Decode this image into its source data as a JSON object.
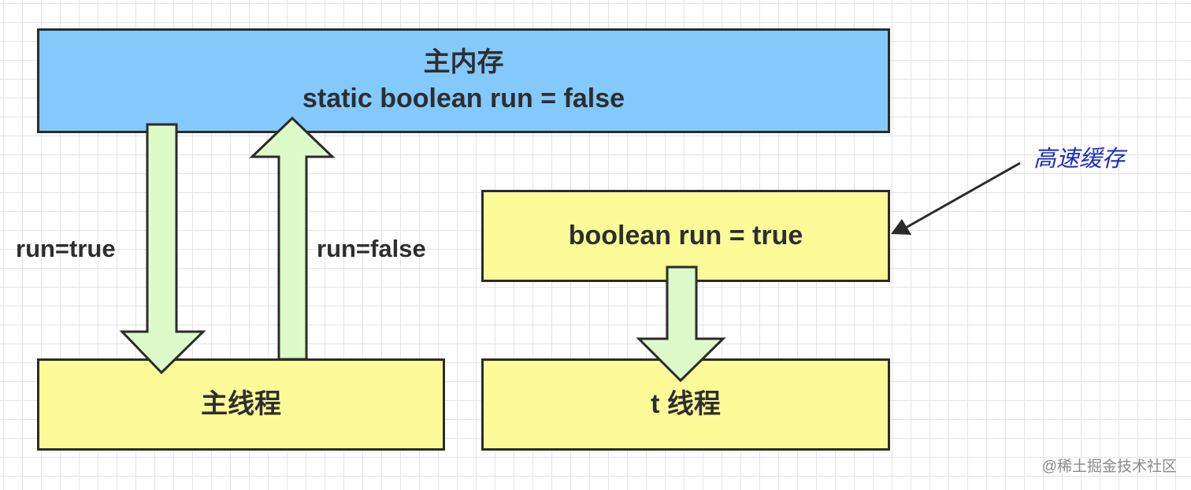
{
  "diagram": {
    "main_memory": {
      "title": "主内存",
      "code": "static boolean run = false"
    },
    "cache": {
      "code": "boolean run = true",
      "annotation": "高速缓存"
    },
    "main_thread": {
      "label": "主线程"
    },
    "t_thread": {
      "label": "t 线程"
    },
    "arrows": {
      "read_label": "run=true",
      "write_label": "run=false"
    }
  },
  "watermark": "@稀土掘金技术社区",
  "colors": {
    "memory_fill": "#84c9fb",
    "thread_fill": "#fdfb97",
    "arrow_fill": "#dcfbc8",
    "annotation_text": "#1a2cc4"
  }
}
